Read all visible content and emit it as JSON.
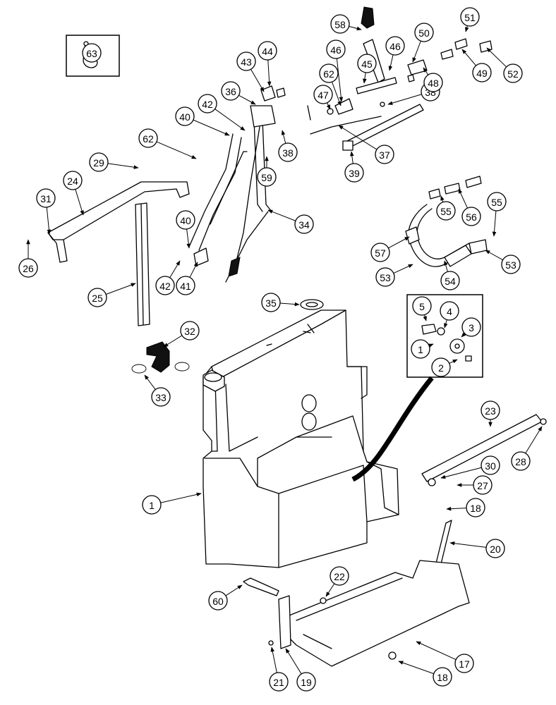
{
  "diagram": {
    "callouts": [
      "58",
      "51",
      "50",
      "63",
      "44",
      "43",
      "46",
      "45",
      "46",
      "62",
      "47",
      "38",
      "48",
      "49",
      "52",
      "36",
      "42",
      "40",
      "62",
      "29",
      "38",
      "59",
      "37",
      "39",
      "24",
      "31",
      "55",
      "56",
      "55",
      "34",
      "40",
      "57",
      "53",
      "53",
      "54",
      "26",
      "42",
      "41",
      "25",
      "35",
      "5",
      "4",
      "3",
      "1",
      "2",
      "32",
      "33",
      "23",
      "30",
      "28",
      "27",
      "1",
      "18",
      "20",
      "22",
      "60",
      "17",
      "21",
      "19",
      "18"
    ]
  }
}
